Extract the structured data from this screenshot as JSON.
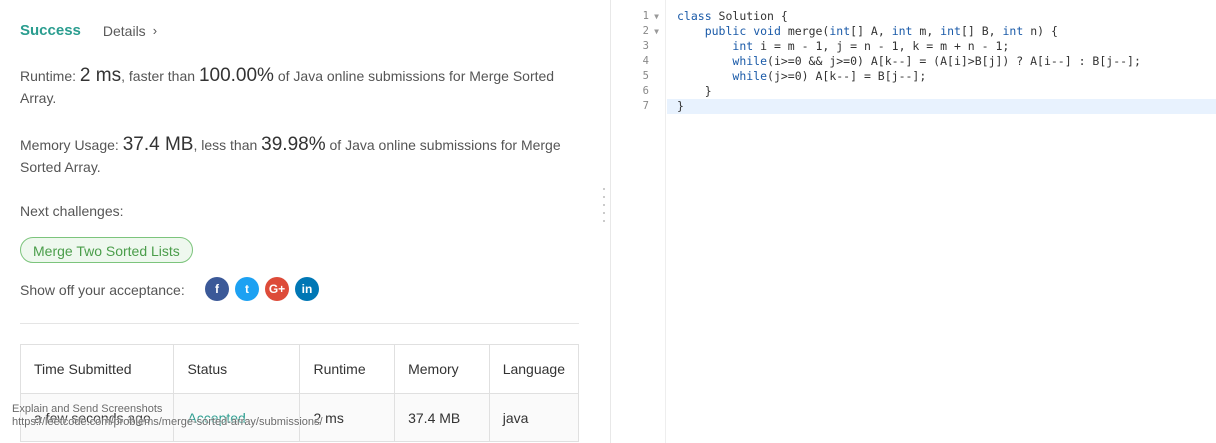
{
  "result": {
    "status": "Success",
    "details_label": "Details",
    "runtime": {
      "prefix": "Runtime: ",
      "value": "2 ms",
      "mid": ", faster than ",
      "percent": "100.00%",
      "suffix": " of Java online submissions for Merge Sorted Array."
    },
    "memory": {
      "prefix": "Memory Usage: ",
      "value": "37.4 MB",
      "mid": ", less than ",
      "percent": "39.98%",
      "suffix": " of Java online submissions for Merge Sorted Array."
    },
    "next_label": "Next challenges:",
    "next_challenge": "Merge Two Sorted Lists",
    "share_label": "Show off your acceptance:",
    "social": [
      {
        "name": "facebook-icon",
        "glyph": "f",
        "color": "#3b5998"
      },
      {
        "name": "twitter-icon",
        "glyph": "t",
        "color": "#1da1f2"
      },
      {
        "name": "google-plus-icon",
        "glyph": "G+",
        "color": "#dd4b39"
      },
      {
        "name": "linkedin-icon",
        "glyph": "in",
        "color": "#0077b5"
      }
    ]
  },
  "table": {
    "headers": [
      "Time Submitted",
      "Status",
      "Runtime",
      "Memory",
      "Language"
    ],
    "rows": [
      [
        "a few seconds ago",
        "Accepted",
        "2 ms",
        "37.4 MB",
        "java"
      ]
    ]
  },
  "overlay": {
    "line1": "Explain and Send Screenshots",
    "line2": "https://leetcode.com/problems/merge-sorted-array/submissions/"
  },
  "editor": {
    "line_numbers": [
      "1",
      "2",
      "3",
      "4",
      "5",
      "6",
      "7"
    ],
    "lines": [
      "class Solution {",
      "    public void merge(int[] A, int m, int[] B, int n) {",
      "        int i = m - 1, j = n - 1, k = m + n - 1;",
      "        while(i>=0 && j>=0) A[k--] = (A[i]>B[j]) ? A[i--] : B[j--];",
      "        while(j>=0) A[k--] = B[j--];",
      "    }",
      "}"
    ]
  }
}
